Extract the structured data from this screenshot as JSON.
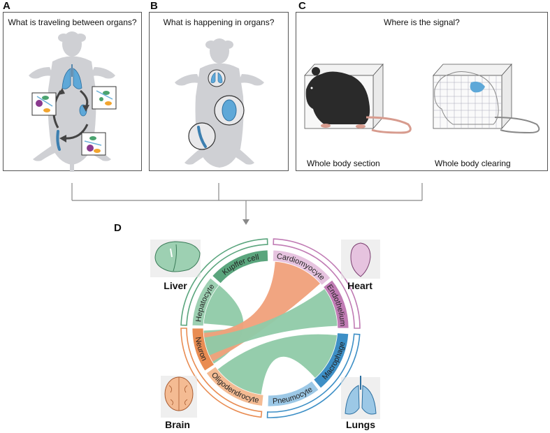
{
  "panels": {
    "a": {
      "letter": "A",
      "title": "What is traveling between organs?"
    },
    "b": {
      "letter": "B",
      "title": "What is happening in organs?"
    },
    "c": {
      "letter": "C",
      "title": "Where is the signal?",
      "caption_left": "Whole body section",
      "caption_right": "Whole body clearing"
    },
    "d": {
      "letter": "D"
    }
  },
  "organs": {
    "liver": "Liver",
    "heart": "Heart",
    "brain": "Brain",
    "lungs": "Lungs"
  },
  "cell_types": {
    "hepatocyte": "Hepatocyte",
    "kupffer": "Kupffer cell",
    "cardiomyocyte": "Cardiomyocyte",
    "endothelium": "Endothelium",
    "macrophage": "Macrophage",
    "pneumocyte": "Pneumocyte",
    "oligodendrocyte": "Oligodendrocyte",
    "neuron": "Neuron"
  },
  "colors": {
    "liver": "#5aa57d",
    "liver_light": "#9dd0b2",
    "heart": "#c07bb4",
    "heart_light": "#e6c3df",
    "lungs": "#3d8fc6",
    "lungs_light": "#9cc8e6",
    "brain": "#e98c52",
    "brain_light": "#f4bb93",
    "chord_orange": "#f0a07a",
    "chord_green": "#8fcaa8",
    "mouse_grey": "#cfd0d4"
  }
}
